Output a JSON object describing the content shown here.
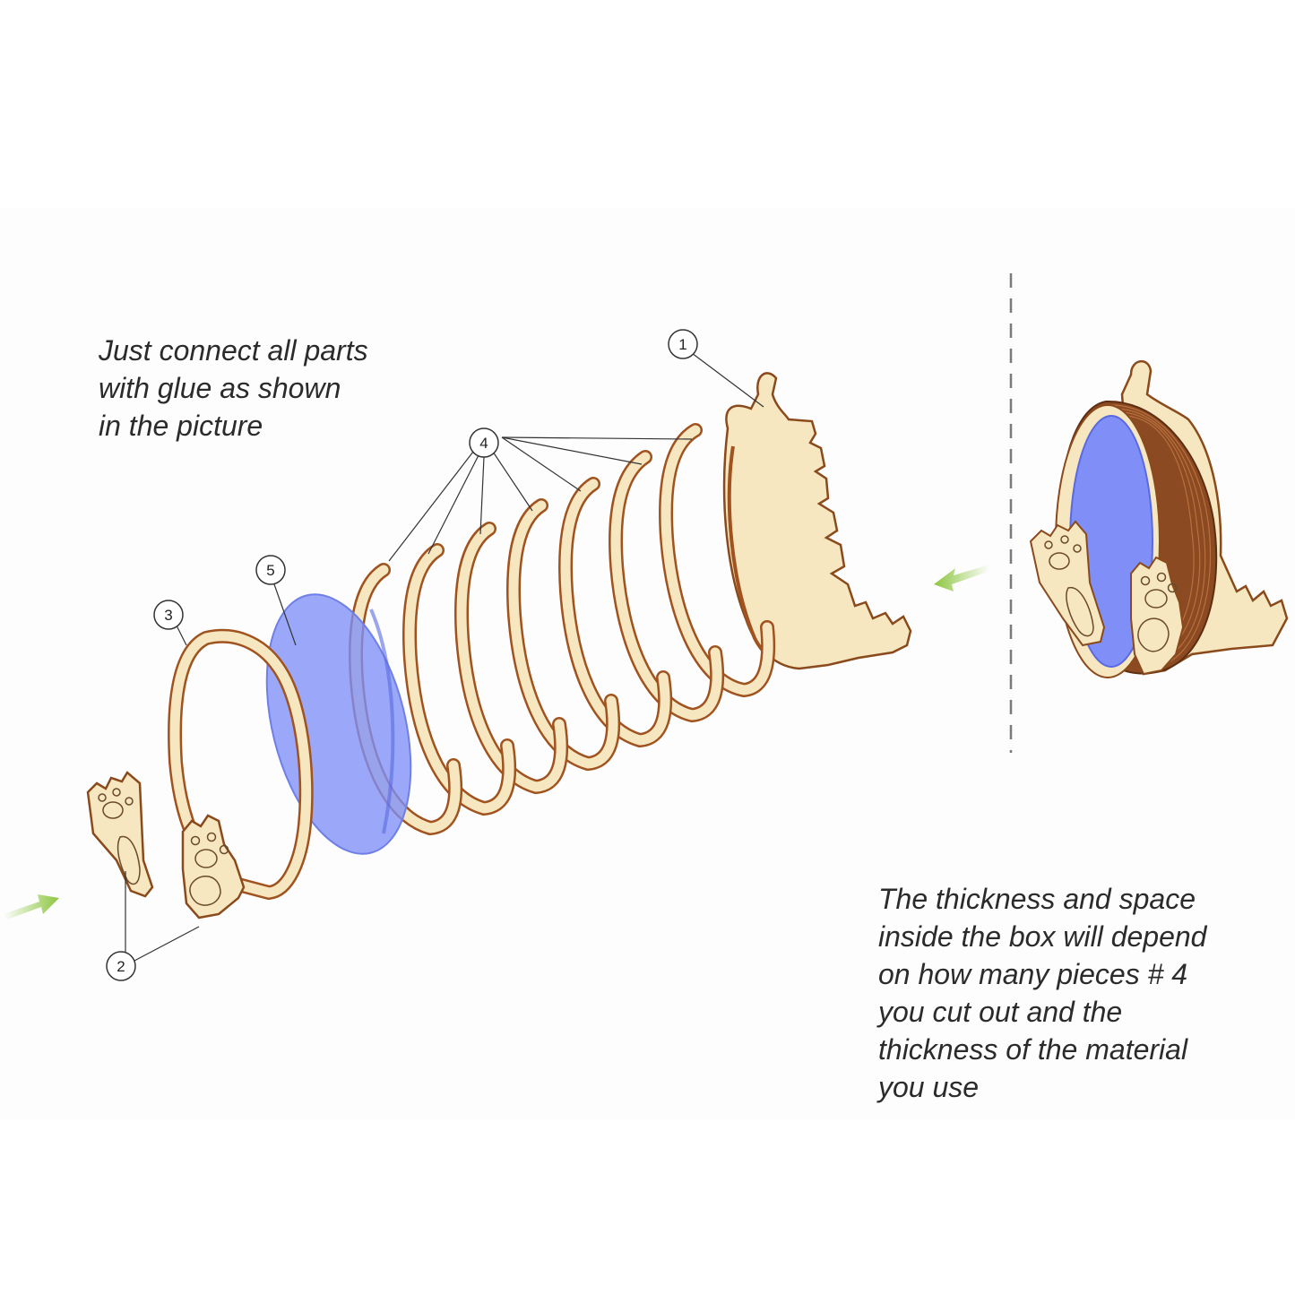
{
  "instructions": {
    "assembly_lines": [
      "Just connect all parts",
      "with glue as shown",
      "in the picture"
    ],
    "thickness_lines": [
      "The thickness and space",
      "inside the box will depend",
      "on how many pieces # 4",
      "you cut out and the",
      "thickness of the material",
      "you use"
    ]
  },
  "callouts": {
    "part_1": "1",
    "part_2": "2",
    "part_3": "3",
    "part_4": "4",
    "part_5": "5"
  },
  "colors": {
    "wood": "#f6e7c0",
    "wood_edge": "#a0521f",
    "acrylic": "#7f8ff7",
    "stack_brown": "#8b4a22",
    "arrow_green": "#8cc63f",
    "divider": "#7a7a7a"
  }
}
